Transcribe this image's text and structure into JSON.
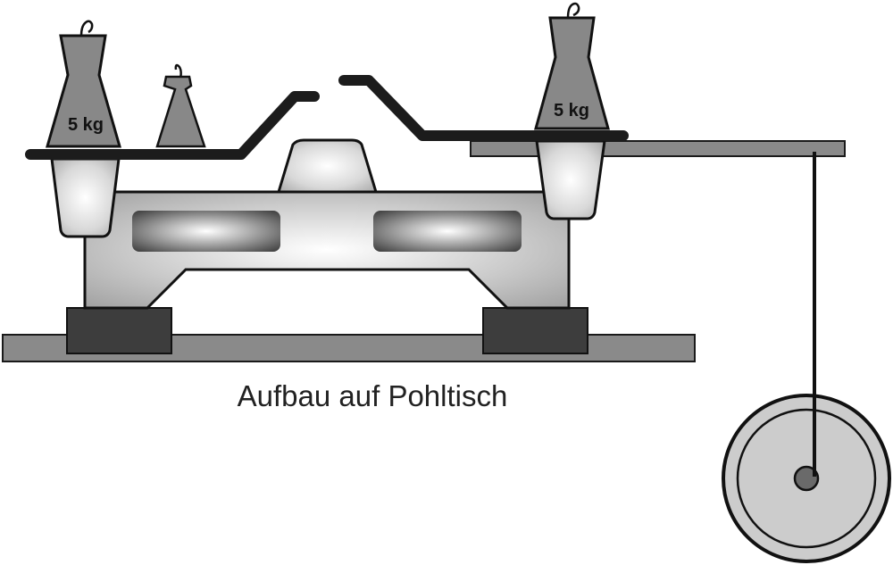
{
  "diagram": {
    "caption": "Aufbau auf Pohltisch",
    "weights": [
      {
        "label": "5 kg"
      },
      {
        "label": "5 kg"
      }
    ]
  }
}
